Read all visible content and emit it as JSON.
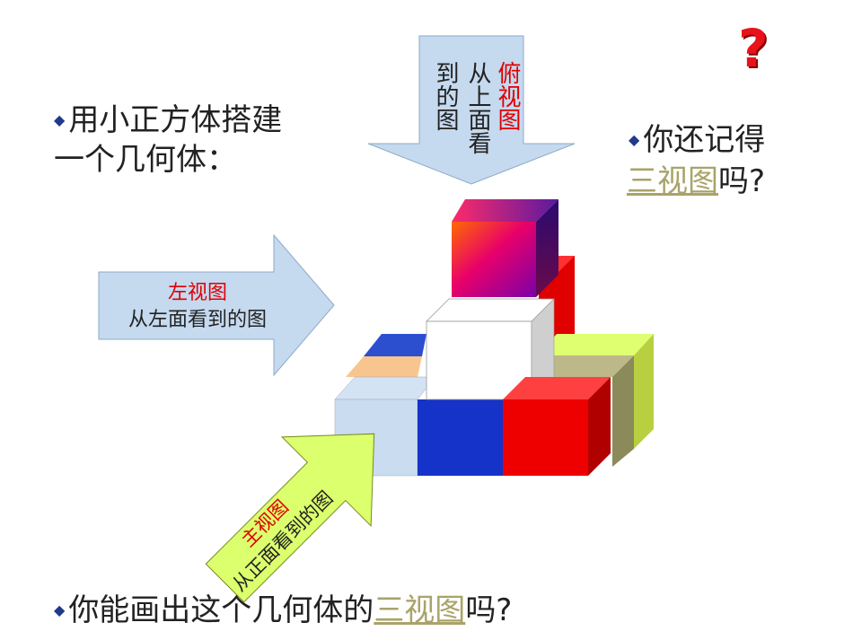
{
  "slide": {
    "left_text_line1": "用小正方体搭建",
    "left_text_line2": "一个几何体：",
    "right_text_line1": "你还记得",
    "right_text_link": "三视图",
    "right_text_suffix": "吗?",
    "bottom_text_prefix": "你能画出这个几何体的",
    "bottom_text_link": "三视图",
    "bottom_text_suffix": "吗?",
    "question_mark": "?"
  },
  "arrows": {
    "top": {
      "title": "俯视图",
      "desc": "从上面看到的图"
    },
    "left": {
      "title": "左视图",
      "desc": "从左面看到的图"
    },
    "front": {
      "title": "主视图",
      "desc": "从正面看到的图"
    }
  },
  "colors": {
    "arrow_blue_fill": "#c5d9ef",
    "arrow_green_fill": "#dcff6e",
    "bullet": "#1f3a8a",
    "link": "#a9a36a",
    "title_red": "#e00000"
  }
}
